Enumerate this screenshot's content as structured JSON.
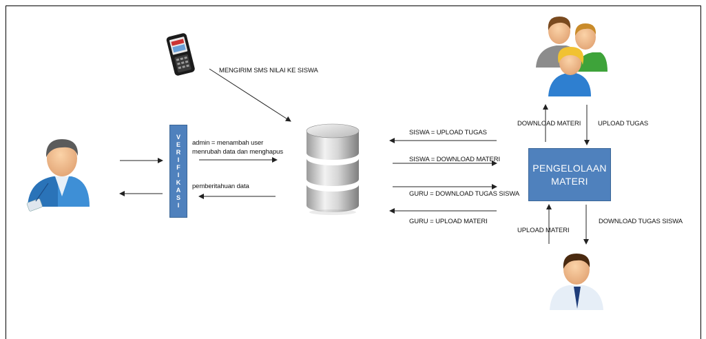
{
  "boxes": {
    "verifikasi_letters": [
      "V",
      "E",
      "R",
      "I",
      "F",
      "I",
      "K",
      "A",
      "S",
      "I"
    ],
    "pengelolaan": "PENGELOLAAN MATERI"
  },
  "labels": {
    "sms": "MENGIRIM SMS NILAI KE SISWA",
    "admin_line1": "admin = menambah user",
    "admin_line2": "menrubah data dan menghapus",
    "pemberitahuan": "pemberitahuan data",
    "siswa_upload": "SISWA = UPLOAD TUGAS",
    "siswa_download": "SISWA = DOWNLOAD MATERI",
    "guru_download": "GURU = DOWNLOAD TUGAS SISWA",
    "guru_upload": "GURU = UPLOAD MATERI",
    "download_materi": "DOWNLOAD MATERI",
    "upload_tugas": "UPLOAD TUGAS",
    "upload_materi": "UPLOAD MATERI",
    "download_tugas_siswa": "DOWNLOAD TUGAS SISWA"
  },
  "icons": {
    "admin": "admin-user-icon",
    "phone": "mobile-phone-icon",
    "database": "database-icon",
    "students": "students-group-icon",
    "teacher": "teacher-icon"
  },
  "colors": {
    "box_fill": "#4f81bd",
    "box_text": "#ffffff",
    "arrow": "#222222"
  }
}
